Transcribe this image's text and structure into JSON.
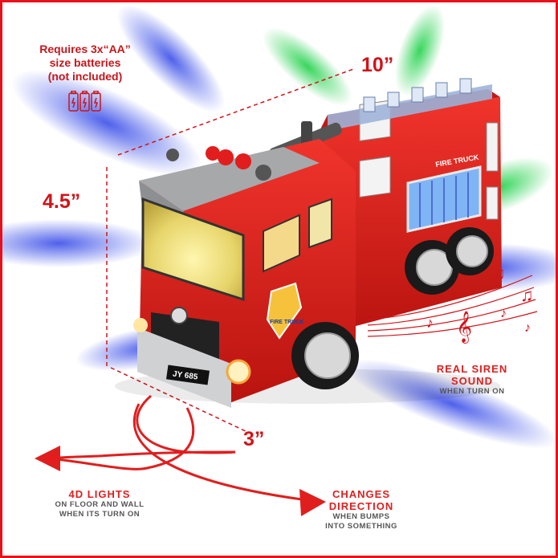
{
  "batteries": {
    "line1": "Requires 3x“AA”",
    "line2": "size batteries",
    "line3": "(not included)"
  },
  "dimensions": {
    "length": "10”",
    "height": "4.5”",
    "width": "3”"
  },
  "truck": {
    "plate": "JY 685",
    "side_label": "FIRE TRUCK",
    "badge": "FIRE TRUCK"
  },
  "features": {
    "siren": {
      "title1": "REAL SIREN",
      "title2": "SOUND",
      "sub1": "WHEN TURN ON"
    },
    "lights": {
      "title1": "4D LIGHTS",
      "sub1": "ON FLOOR AND WALL",
      "sub2": "WHEN ITS TURN ON"
    },
    "direction": {
      "title1": "CHANGES",
      "title2": "DIRECTION",
      "sub1": "WHEN BUMPS",
      "sub2": "INTO SOMETHING"
    }
  },
  "colors": {
    "border": "#e8101a",
    "accent": "#d31219",
    "truck_red": "#e2231f"
  },
  "icons": [
    "battery-icon",
    "music-notes-icon",
    "arrow-icon"
  ]
}
